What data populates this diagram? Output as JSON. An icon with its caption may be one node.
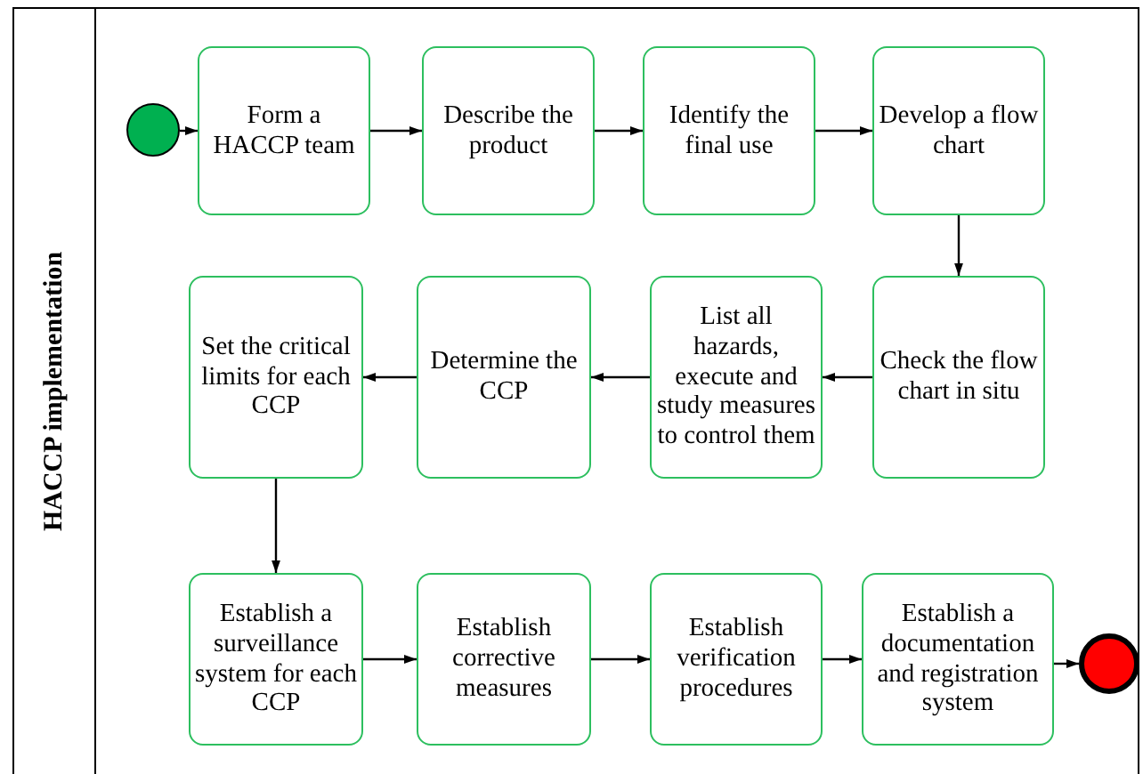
{
  "diagram": {
    "nodes": [
      {
        "text": [
          "HACCP implementation"
        ]
      },
      {
        "text": [],
        "shape": "circle",
        "in": 0
      },
      {
        "text": [
          "Form a HACCP team"
        ],
        "in": 0
      },
      {
        "text": [
          "Describe the product"
        ],
        "in": 0
      },
      {
        "text": [
          "Identify the final use"
        ],
        "in": 0
      },
      {
        "text": [
          "Develop a flow chart"
        ],
        "in": 0
      },
      {
        "text": [
          "Check the flow chart in situ"
        ],
        "in": 0
      },
      {
        "text": [
          "List all hazards, execute and study measures to control them"
        ],
        "in": 0
      },
      {
        "text": [
          "Determine the CCP"
        ],
        "in": 0
      },
      {
        "text": [
          "Set the critical limits for each CCP"
        ],
        "in": 0
      },
      {
        "text": [
          "Establish a surveillance system for each CCP"
        ],
        "in": 0
      },
      {
        "text": [
          "Establish corrective measures"
        ],
        "in": 0
      },
      {
        "text": [
          "Establish verification procedures"
        ],
        "in": 0
      },
      {
        "text": [
          "Establish a documentation and registration system"
        ],
        "in": 0
      },
      {
        "text": [],
        "shape": "circle",
        "in": 0
      }
    ],
    "edges": [
      {
        "from": 1,
        "to": 2,
        "arrow": "to"
      },
      {
        "from": 2,
        "to": 3,
        "arrow": "to"
      },
      {
        "from": 3,
        "to": 4,
        "arrow": "to"
      },
      {
        "from": 4,
        "to": 5,
        "arrow": "to"
      },
      {
        "from": 5,
        "to": 6,
        "arrow": "to"
      },
      {
        "from": 6,
        "to": 7,
        "arrow": "to"
      },
      {
        "from": 7,
        "to": 8,
        "arrow": "to"
      },
      {
        "from": 8,
        "to": 9,
        "arrow": "to"
      },
      {
        "from": 9,
        "to": 10,
        "arrow": "to"
      },
      {
        "from": 10,
        "to": 11,
        "arrow": "to"
      },
      {
        "from": 11,
        "to": 12,
        "arrow": "to"
      },
      {
        "from": 12,
        "to": 13,
        "arrow": "to"
      },
      {
        "from": 13,
        "to": 14,
        "arrow": "to"
      }
    ]
  }
}
